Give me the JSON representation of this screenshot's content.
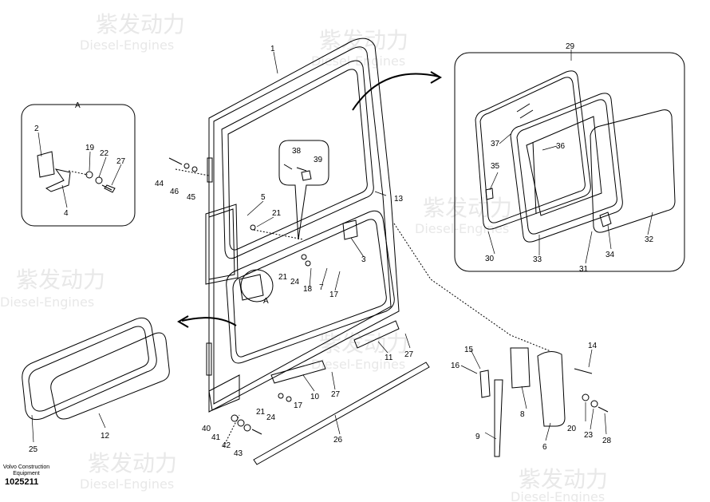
{
  "footer": {
    "company": "Volvo Construction Equipment",
    "part_number": "1025211"
  },
  "watermark": {
    "brand_cn": "紫发动力",
    "brand_en": "Diesel-Engines"
  },
  "detail_view_label": "A",
  "callouts": [
    {
      "id": "c1",
      "text": "1"
    },
    {
      "id": "c2",
      "text": "2"
    },
    {
      "id": "c3",
      "text": "3"
    },
    {
      "id": "c4",
      "text": "4"
    },
    {
      "id": "c5",
      "text": "5"
    },
    {
      "id": "c6",
      "text": "6"
    },
    {
      "id": "c7",
      "text": "7"
    },
    {
      "id": "c8",
      "text": "8"
    },
    {
      "id": "c9",
      "text": "9"
    },
    {
      "id": "c10",
      "text": "10"
    },
    {
      "id": "c11",
      "text": "11"
    },
    {
      "id": "c12",
      "text": "12"
    },
    {
      "id": "c13",
      "text": "13"
    },
    {
      "id": "c14",
      "text": "14"
    },
    {
      "id": "c15",
      "text": "15"
    },
    {
      "id": "c16",
      "text": "16"
    },
    {
      "id": "c17a",
      "text": "17"
    },
    {
      "id": "c17b",
      "text": "17"
    },
    {
      "id": "c18",
      "text": "18"
    },
    {
      "id": "c19",
      "text": "19"
    },
    {
      "id": "c20",
      "text": "20"
    },
    {
      "id": "c21a",
      "text": "21"
    },
    {
      "id": "c21b",
      "text": "21"
    },
    {
      "id": "c21c",
      "text": "21"
    },
    {
      "id": "c22",
      "text": "22"
    },
    {
      "id": "c23",
      "text": "23"
    },
    {
      "id": "c24a",
      "text": "24"
    },
    {
      "id": "c24b",
      "text": "24"
    },
    {
      "id": "c25",
      "text": "25"
    },
    {
      "id": "c26",
      "text": "26"
    },
    {
      "id": "c27a",
      "text": "27"
    },
    {
      "id": "c27b",
      "text": "27"
    },
    {
      "id": "c27c",
      "text": "27"
    },
    {
      "id": "c28",
      "text": "28"
    },
    {
      "id": "c29",
      "text": "29"
    },
    {
      "id": "c30",
      "text": "30"
    },
    {
      "id": "c31",
      "text": "31"
    },
    {
      "id": "c32",
      "text": "32"
    },
    {
      "id": "c33",
      "text": "33"
    },
    {
      "id": "c34",
      "text": "34"
    },
    {
      "id": "c35",
      "text": "35"
    },
    {
      "id": "c36",
      "text": "36"
    },
    {
      "id": "c37",
      "text": "37"
    },
    {
      "id": "c38",
      "text": "38"
    },
    {
      "id": "c39",
      "text": "39"
    },
    {
      "id": "c40",
      "text": "40"
    },
    {
      "id": "c41",
      "text": "41"
    },
    {
      "id": "c42",
      "text": "42"
    },
    {
      "id": "c43",
      "text": "43"
    },
    {
      "id": "c44",
      "text": "44"
    },
    {
      "id": "c45",
      "text": "45"
    },
    {
      "id": "c46",
      "text": "46"
    },
    {
      "id": "cA",
      "text": "A"
    },
    {
      "id": "cA2",
      "text": "A"
    }
  ]
}
